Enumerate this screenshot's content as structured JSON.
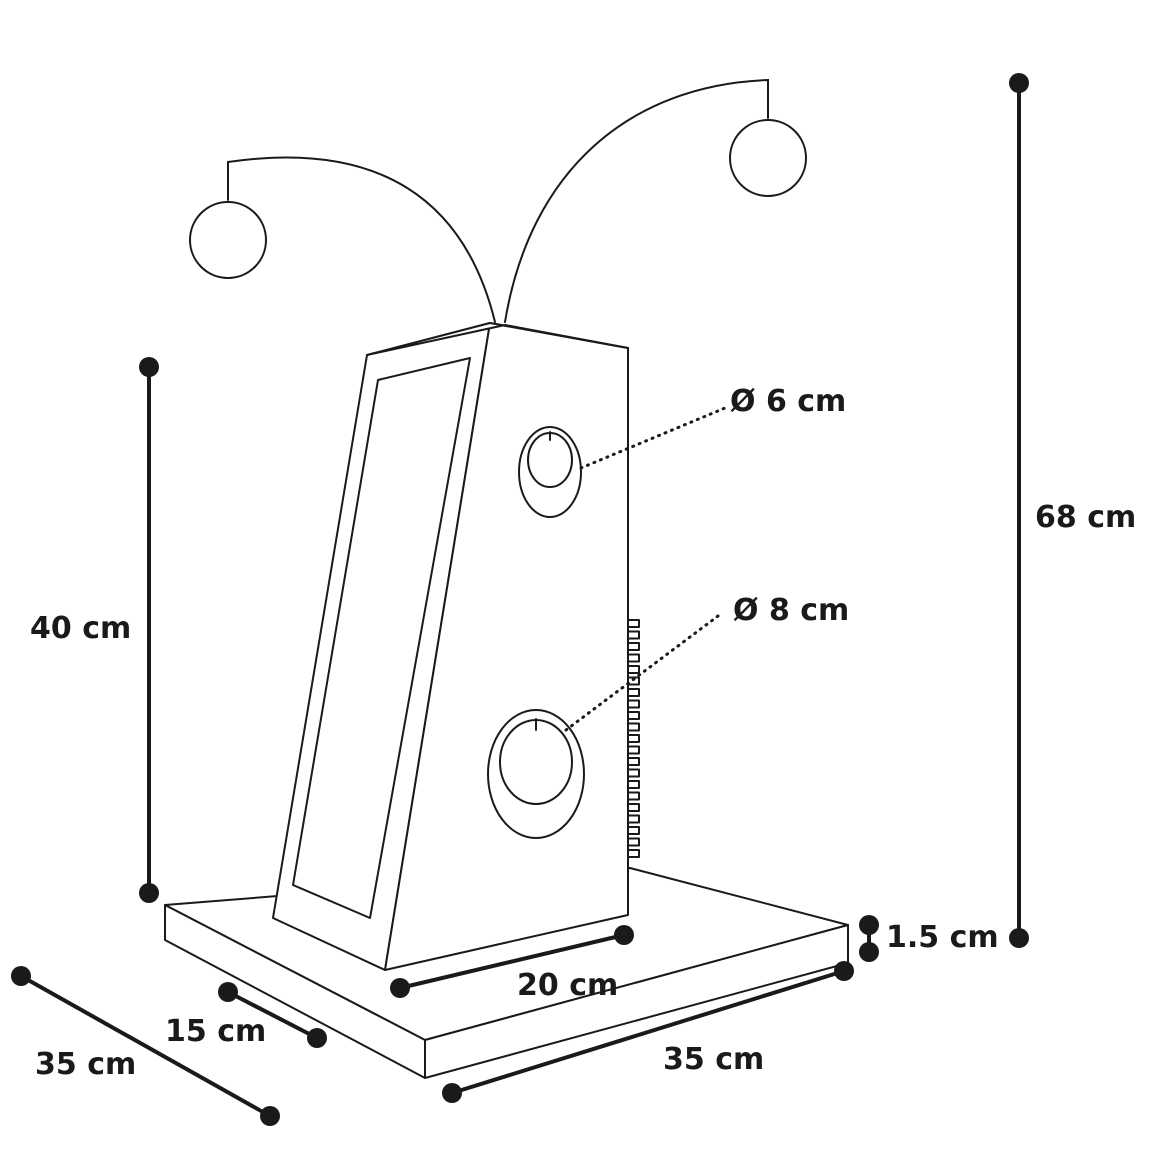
{
  "diagram": {
    "colors": {
      "stroke": "#1a1a1a",
      "background": "#ffffff"
    },
    "labels": {
      "total_height": "68 cm",
      "body_height": "40 cm",
      "upper_hole_diameter": "Ø 6 cm",
      "lower_hole_diameter": "Ø 8 cm",
      "base_thickness": "1.5 cm",
      "body_width": "20 cm",
      "body_depth": "15 cm",
      "base_depth": "35 cm",
      "base_width": "35 cm"
    }
  }
}
